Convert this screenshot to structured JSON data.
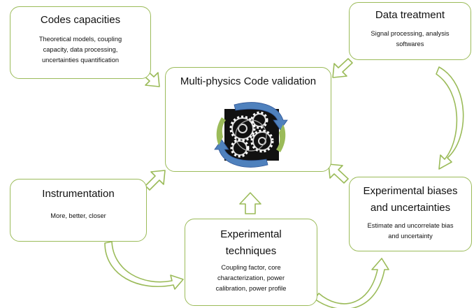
{
  "center": {
    "title": "Multi-physics Code validation"
  },
  "codes": {
    "title": "Codes capacities",
    "lines": [
      "Theoretical models, coupling",
      "capacity, data processing,",
      "uncertainties quantification"
    ]
  },
  "data_treatment": {
    "title": "Data treatment",
    "lines": [
      "Signal processing, analysis",
      "softwares"
    ]
  },
  "instrumentation": {
    "title": "Instrumentation",
    "lines": [
      "More, better, closer"
    ]
  },
  "biases": {
    "title_lines": [
      "Experimental biases",
      "and uncertainties"
    ],
    "lines": [
      "Estimate and uncorrelate bias",
      "and uncertainty"
    ]
  },
  "techniques": {
    "title_lines": [
      "Experimental",
      "techniques"
    ],
    "lines": [
      "Coupling factor, core",
      "characterization, power",
      "calibration, power profile"
    ]
  },
  "colors": {
    "border": "#9bbb59",
    "arrow_fill": "#ffffff",
    "cycle_blue": "#4f81bd",
    "cycle_green": "#9bbb59"
  },
  "icons": {
    "center_image": "gears-cycle-icon"
  }
}
